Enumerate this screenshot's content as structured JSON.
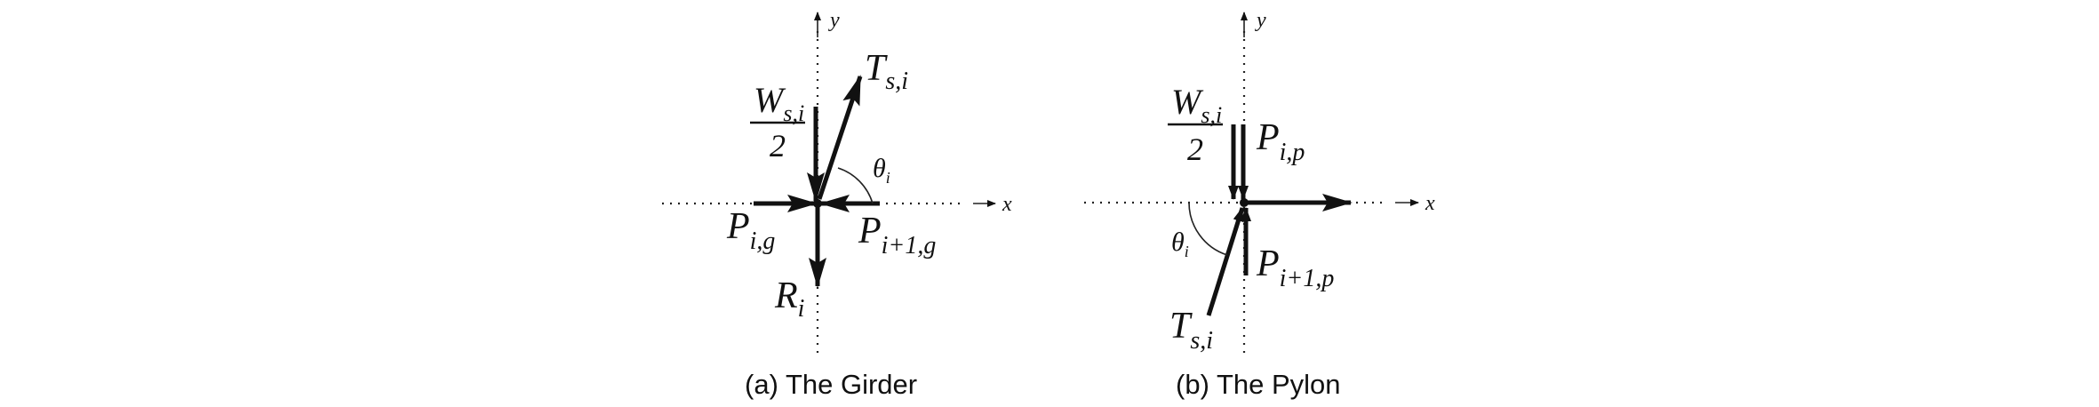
{
  "panels": {
    "girder": {
      "caption": "(a) The Girder",
      "axis_x": "x",
      "axis_y": "y",
      "labels": {
        "W": "W",
        "W_sub": "s,i",
        "W_den": "2",
        "T": "T",
        "T_sub": "s,i",
        "theta": "θ",
        "theta_sub": "i",
        "Pg": "P",
        "Pg_sub": "i,g",
        "Pg1": "P",
        "Pg1_sub": "i+1,g",
        "R": "R",
        "R_sub": "i"
      }
    },
    "pylon": {
      "caption": "(b) The Pylon",
      "axis_x": "x",
      "axis_y": "y",
      "labels": {
        "W": "W",
        "W_sub": "s,i",
        "W_den": "2",
        "Pp": "P",
        "Pp_sub": "i,p",
        "theta": "θ",
        "theta_sub": "i",
        "Pp1": "P",
        "Pp1_sub": "i+1,p",
        "T": "T",
        "T_sub": "s,i"
      }
    }
  }
}
